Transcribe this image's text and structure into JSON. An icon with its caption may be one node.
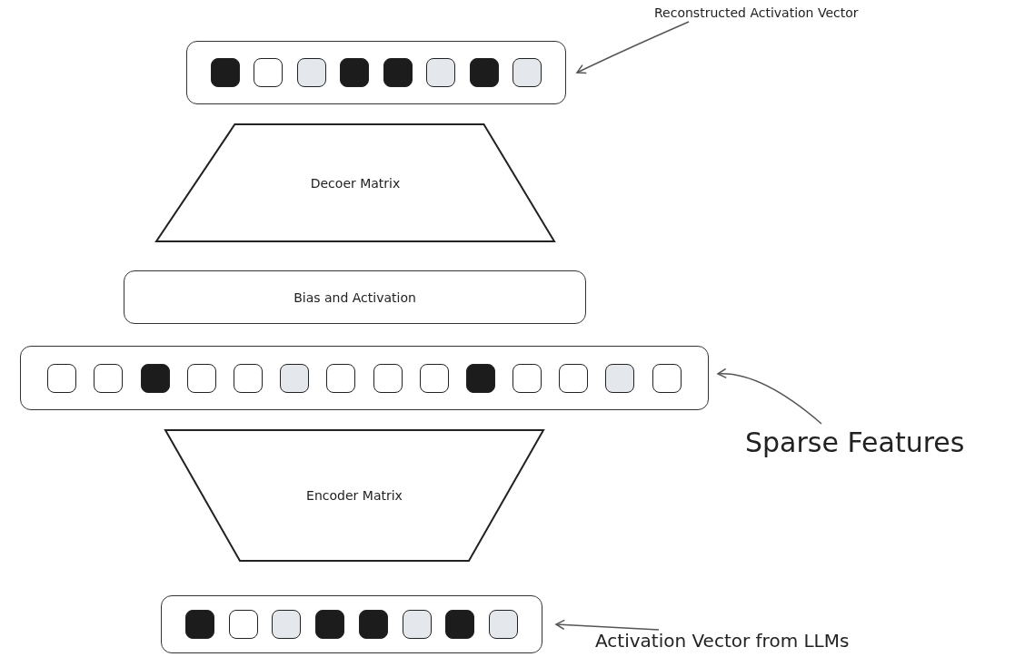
{
  "diagram": {
    "nodes": [
      {
        "text": [
          "Reconstructed Activation Vector"
        ]
      },
      {
        "text": [],
        "shape": "box"
      },
      {
        "text": [],
        "shape": "box",
        "in": 1
      },
      {
        "text": [],
        "shape": "box",
        "in": 1
      },
      {
        "text": [],
        "shape": "box",
        "in": 1
      },
      {
        "text": [],
        "shape": "box",
        "in": 1
      },
      {
        "text": [],
        "shape": "box",
        "in": 1
      },
      {
        "text": [],
        "shape": "box",
        "in": 1
      },
      {
        "text": [],
        "shape": "box",
        "in": 1
      },
      {
        "text": [],
        "shape": "box",
        "in": 1
      },
      {
        "text": [
          "Decoer Matrix"
        ]
      },
      {
        "text": [
          "Bias and Activation"
        ]
      },
      {
        "text": [],
        "shape": "box"
      },
      {
        "text": [],
        "shape": "box",
        "in": 12
      },
      {
        "text": [],
        "shape": "box",
        "in": 12
      },
      {
        "text": [],
        "shape": "box",
        "in": 12
      },
      {
        "text": [],
        "shape": "box",
        "in": 12
      },
      {
        "text": [],
        "shape": "box",
        "in": 12
      },
      {
        "text": [],
        "shape": "box",
        "in": 12
      },
      {
        "text": [],
        "shape": "box",
        "in": 12
      },
      {
        "text": [],
        "shape": "box",
        "in": 12
      },
      {
        "text": [],
        "shape": "box",
        "in": 12
      },
      {
        "text": [],
        "shape": "box",
        "in": 12
      },
      {
        "text": [],
        "shape": "box",
        "in": 12
      },
      {
        "text": [],
        "shape": "box",
        "in": 12
      },
      {
        "text": [],
        "shape": "box",
        "in": 12
      },
      {
        "text": [],
        "shape": "box",
        "in": 12
      },
      {
        "text": [
          "Sparse Features"
        ]
      },
      {
        "text": [
          "Encoder Matrix"
        ]
      },
      {
        "text": [],
        "shape": "box"
      },
      {
        "text": [],
        "shape": "box",
        "in": 29
      },
      {
        "text": [],
        "shape": "box",
        "in": 29
      },
      {
        "text": [],
        "shape": "box",
        "in": 29
      },
      {
        "text": [],
        "shape": "box",
        "in": 29
      },
      {
        "text": [],
        "shape": "box",
        "in": 29
      },
      {
        "text": [],
        "shape": "box",
        "in": 29
      },
      {
        "text": [],
        "shape": "box",
        "in": 29
      },
      {
        "text": [],
        "shape": "box",
        "in": 29
      },
      {
        "text": [
          "Activation Vector from LLMs"
        ]
      }
    ],
    "edges": [
      {
        "from": 0,
        "to": 1,
        "arrow": "to"
      },
      {
        "from": 27,
        "to": 12,
        "arrow": "to"
      },
      {
        "from": 38,
        "to": 29,
        "arrow": "to"
      }
    ]
  }
}
